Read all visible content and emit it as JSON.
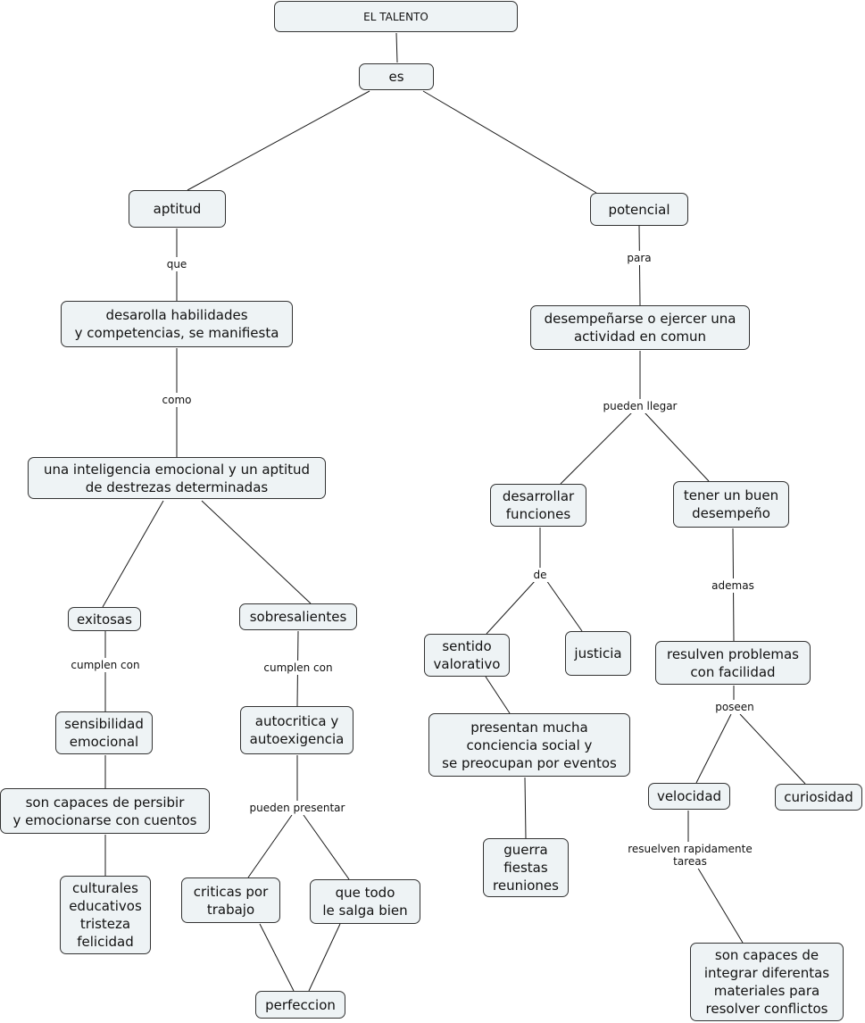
{
  "nodes": {
    "el_talento": "EL TALENTO",
    "es": "es",
    "aptitud": "aptitud",
    "potencial": "potencial",
    "desarolla": "desarolla habilidades\ny competencias, se manifiesta",
    "desempenarse": "desempeñarse o ejercer una\nactividad en comun",
    "inteligencia": "una inteligencia emocional y un aptitud\nde destrezas determinadas",
    "desarrollar_funciones": "desarrollar\nfunciones",
    "buen_desempeno": "tener un buen\ndesempeño",
    "exitosas": "exitosas",
    "sobresalientes": "sobresalientes",
    "sentido_valorativo": "sentido\nvalorativo",
    "justicia": "justicia",
    "resuelven_problemas": "resulven problemas\ncon facilidad",
    "sensibilidad": "sensibilidad\nemocional",
    "autocritica": "autocritica y\nautoexigencia",
    "presentan_mucha": "presentan mucha\nconciencia  social y\nse preocupan por eventos",
    "velocidad": "velocidad",
    "curiosidad": "curiosidad",
    "capaces_persibir": "son capaces de persibir\ny emocionarse con cuentos",
    "guerra": "guerra\nfiestas\nreuniones",
    "culturales": "culturales\neducativos\ntristeza\nfelicidad",
    "criticas": "criticas por\ntrabajo",
    "que_todo": "que todo\nle  salga bien",
    "perfeccion": "perfeccion",
    "capaces_integrar": "son capaces de\nintegrar diferentas\nmateriales para\nresolver conflictos"
  },
  "link_labels": {
    "que": "que",
    "para": "para",
    "como": "como",
    "pueden_llegar": "pueden llegar",
    "de": "de",
    "ademas": "ademas",
    "cumplen_con_1": "cumplen con",
    "cumplen_con_2": "cumplen con",
    "poseen": "poseen",
    "pueden_presentar": "pueden presentar",
    "resuelven_rapidamente": "resuelven rapidamente\ntareas"
  }
}
